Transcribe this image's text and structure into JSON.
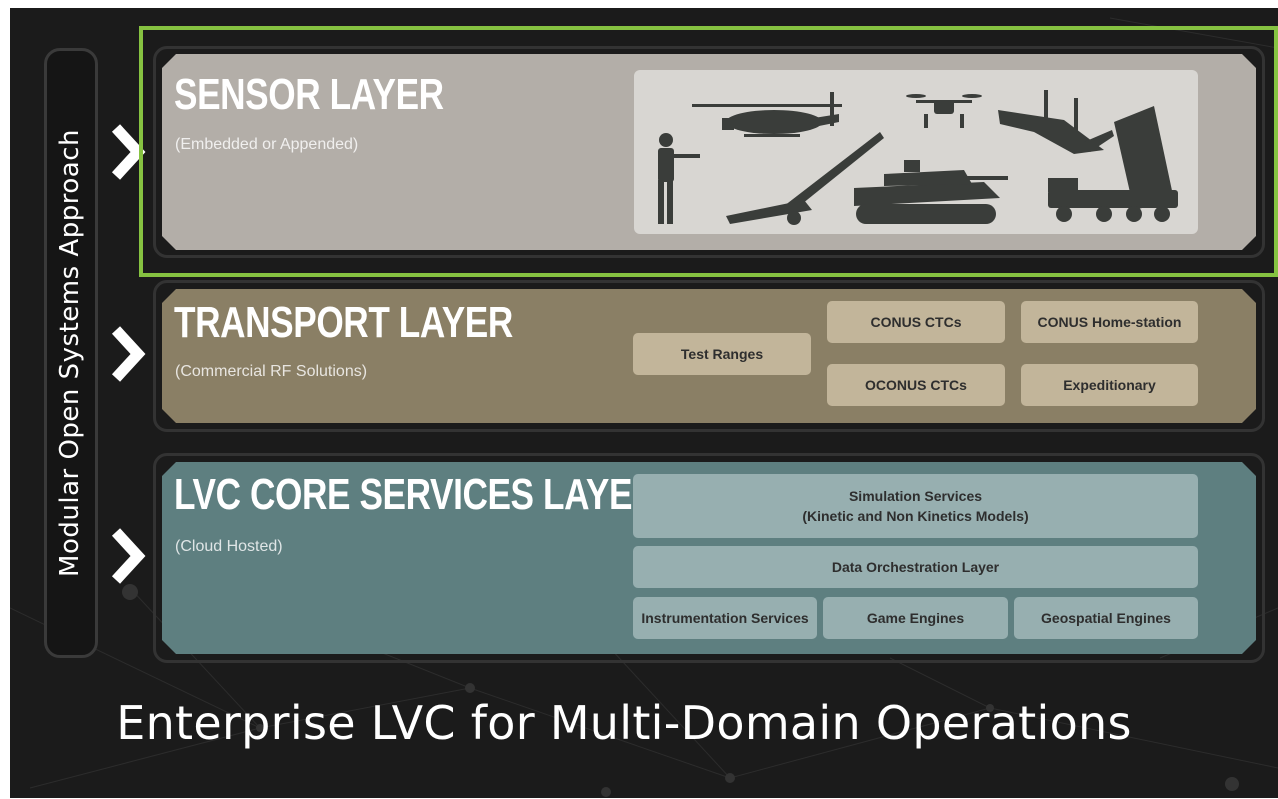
{
  "side_banner": {
    "label": "Modular Open Systems Approach"
  },
  "layers": {
    "sensor": {
      "title": "SENSOR LAYER",
      "subtitle": "(Embedded or Appended)",
      "image_icons": [
        "soldier-icon",
        "attack-helicopter-icon",
        "howitzer-icon",
        "drone-icon",
        "tank-icon",
        "tiltrotor-aircraft-icon",
        "missile-launcher-truck-icon"
      ]
    },
    "transport": {
      "title": "TRANSPORT LAYER",
      "subtitle": "(Commercial RF Solutions)",
      "boxes": [
        "Test Ranges",
        "CONUS CTCs",
        "CONUS Home-station",
        "OCONUS CTCs",
        "Expeditionary"
      ]
    },
    "core": {
      "title": "LVC CORE SERVICES LAYER",
      "subtitle": "(Cloud Hosted)",
      "boxes": {
        "simulation_line1": "Simulation Services",
        "simulation_line2": "(Kinetic and Non Kinetics Models)",
        "data_orchestration": "Data Orchestration Layer",
        "instrumentation": "Instrumentation Services",
        "game_engines": "Game Engines",
        "geospatial": "Geospatial Engines"
      }
    }
  },
  "footer": "Enterprise LVC for Multi-Domain Operations",
  "colors": {
    "background": "#1b1b1b",
    "sensor_layer": "#b3aea8",
    "transport_layer": "#8a7f65",
    "core_layer": "#5e7f80",
    "highlight": "#86c241"
  }
}
